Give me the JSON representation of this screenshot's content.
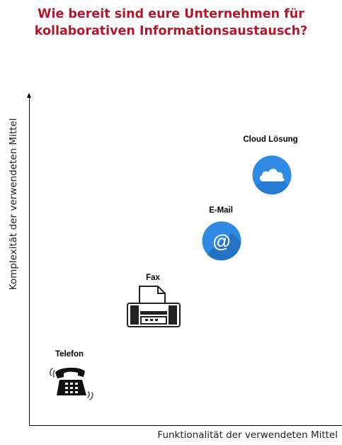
{
  "title": {
    "line1": "Wie bereit sind eure Unternehmen für",
    "line2": "kollaborativen Informationsaustausch?"
  },
  "axes": {
    "y_label": "Komplexität der verwendeten Mittel",
    "x_label": "Funktionalität der verwendeten Mittel"
  },
  "items": [
    {
      "label": "Telefon",
      "icon": "telephone-icon"
    },
    {
      "label": "Fax",
      "icon": "fax-icon"
    },
    {
      "label": "E-Mail",
      "icon": "email-at-icon"
    },
    {
      "label": "Cloud Lösung",
      "icon": "cloud-icon"
    }
  ],
  "colors": {
    "title": "#b3172a",
    "icon_blue": "#2f8ae3",
    "icon_blue_shadow": "#1b5fa8"
  }
}
